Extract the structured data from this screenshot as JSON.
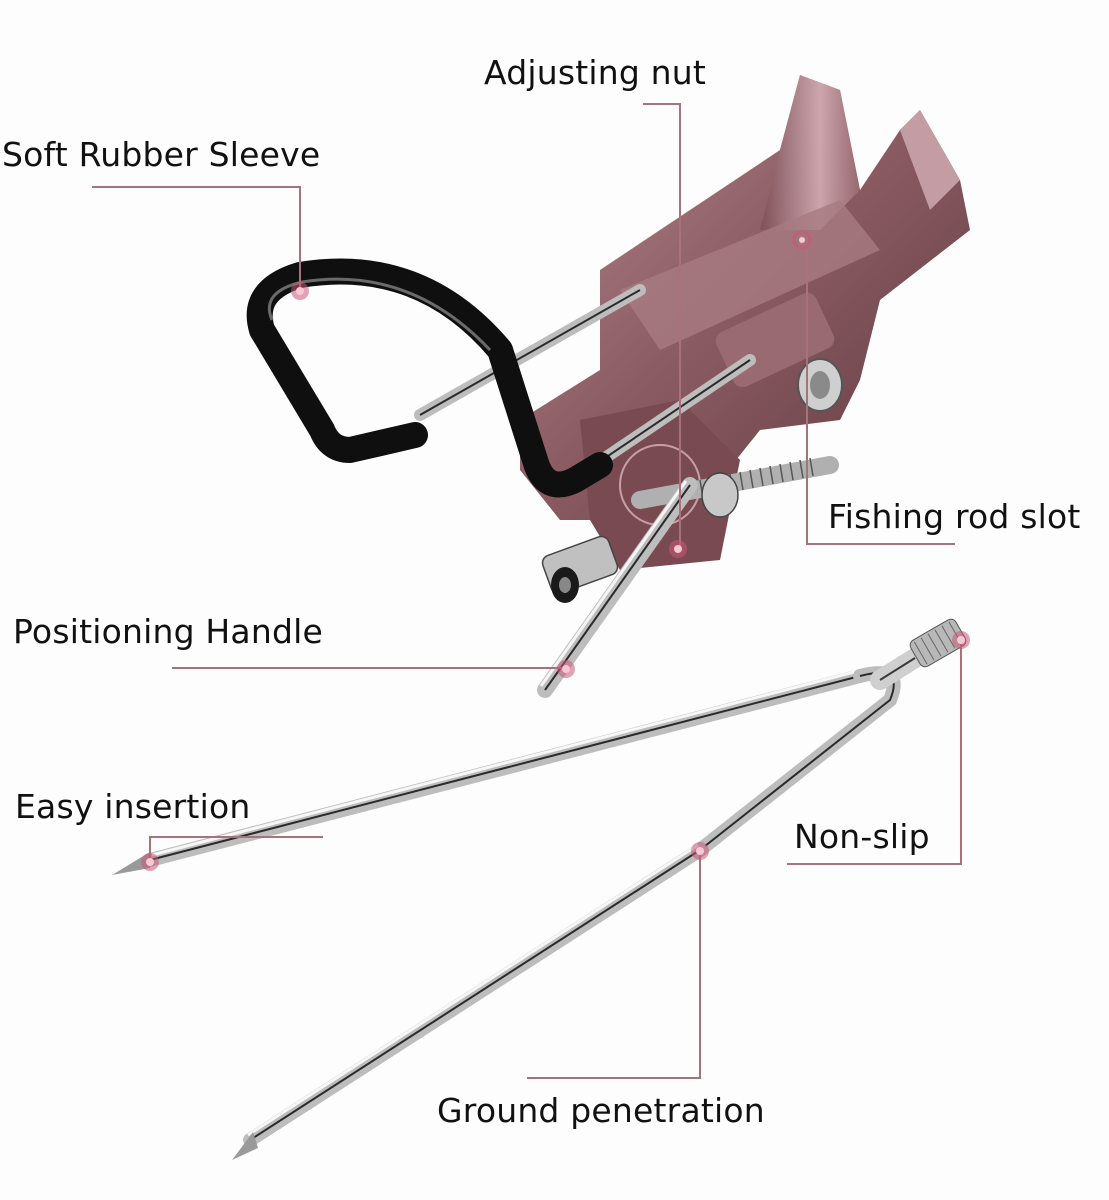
{
  "diagram": {
    "subject": "Fishing rod holder bracket with ground stake",
    "callout_color": "#a8727c",
    "dot_color": "#e8a4b4",
    "body_color": "#8a5a62",
    "labels": {
      "adjusting_nut": "Adjusting nut",
      "soft_rubber_sleeve": "Soft Rubber Sleeve",
      "fishing_rod_slot": "Fishing rod slot",
      "positioning_handle": "Positioning Handle",
      "easy_insertion": "Easy insertion",
      "non_slip": "Non-slip",
      "ground_penetration": "Ground penetration"
    }
  }
}
